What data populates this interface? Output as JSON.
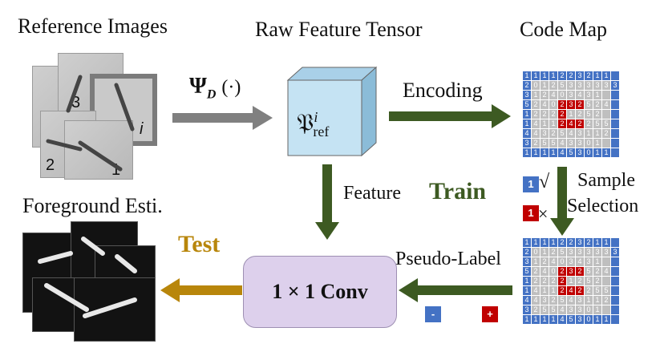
{
  "titles": {
    "reference_images": "Reference Images",
    "raw_feature_tensor": "Raw Feature Tensor",
    "code_map": "Code Map",
    "foreground_esti": "Foreground Esti."
  },
  "psi_label": {
    "main": "Ψ",
    "sub": "D",
    "arg": "(·)"
  },
  "tensor_label": {
    "main": "𝔓",
    "sup": "i",
    "sub": "ref"
  },
  "ref_cards": {
    "c1": "1",
    "c2": "2",
    "c3": "3",
    "ci": "i"
  },
  "arrows": {
    "encoding": "Encoding",
    "feature": "Feature",
    "train": "Train",
    "test": "Test",
    "sample_selection_line1": "Sample",
    "sample_selection_line2": "Selection",
    "pseudo_label": "Pseudo-Label"
  },
  "markers": {
    "blue_one": "1",
    "check": "√",
    "red_one": "1",
    "cross": "×",
    "minus": "-",
    "plus": "+"
  },
  "conv_label": "1 × 1 Conv",
  "code_map_grid": {
    "rows": [
      [
        "1",
        "1",
        "1",
        "1",
        "2",
        "2",
        "3",
        "2",
        "1",
        "1",
        "",
        ""
      ],
      [
        "2",
        "0",
        "1",
        "2",
        "5",
        "3",
        "3",
        "3",
        "3",
        "3",
        "3",
        ""
      ],
      [
        "3",
        "1",
        "2",
        "4",
        "0",
        "3",
        "4",
        "3",
        "1",
        "",
        ""
      ],
      [
        "5",
        "2",
        "4",
        "0",
        "2",
        "3",
        "2",
        "5",
        "2",
        "4",
        ""
      ],
      [
        "1",
        "2",
        "2",
        "2",
        "2",
        "1",
        "2",
        "5",
        "2",
        "",
        ""
      ],
      [
        "1",
        "4",
        "1",
        "1",
        "2",
        "4",
        "2",
        "2",
        "5",
        "5",
        ""
      ],
      [
        "4",
        "4",
        "3",
        "2",
        "5",
        "4",
        "3",
        "1",
        "1",
        "2",
        ""
      ],
      [
        "3",
        "2",
        "5",
        "5",
        "4",
        "3",
        "3",
        "0",
        "1",
        ""
      ],
      [
        "1",
        "1",
        "1",
        "1",
        "4",
        "5",
        "3",
        "0",
        "1",
        "1",
        ""
      ]
    ]
  },
  "colors": {
    "blue": "#4472c4",
    "red": "#c00000",
    "grey": "#bfbfbf",
    "green_arrow": "#3d5a22",
    "gold_arrow": "#b8860b",
    "conv_fill": "#ddd0ec",
    "tensor_fill": "#c5e3f3"
  }
}
